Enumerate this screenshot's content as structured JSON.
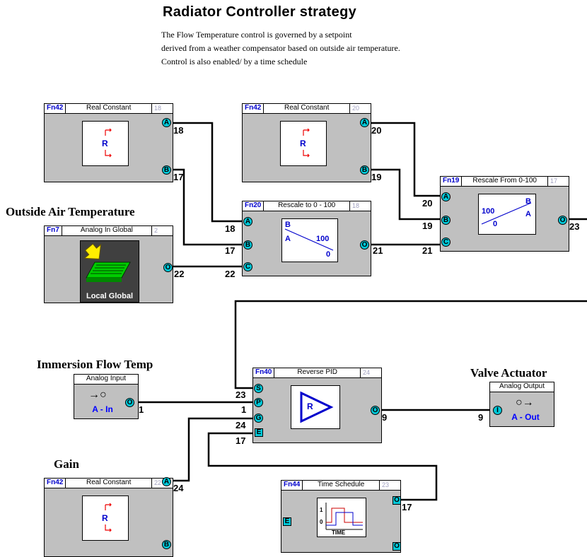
{
  "header": {
    "title": "Radiator Controller strategy",
    "desc": [
      "The Flow Temperature control is governed by a setpoint",
      "derived from a weather compensator based on outside air temperature.",
      "Control is also enabled/ by a time schedule"
    ]
  },
  "sections": {
    "oat": "Outside Air Temperature",
    "immersion": "Immersion Flow Temp",
    "valve": "Valve Actuator",
    "gain": "Gain"
  },
  "blocks": {
    "rc18": {
      "fn": "Fn42",
      "name": "Real Constant",
      "id": "18",
      "icon": "R"
    },
    "rc20": {
      "fn": "Fn42",
      "name": "Real Constant",
      "id": "20",
      "icon": "R"
    },
    "rc22": {
      "fn": "Fn42",
      "name": "Real Constant",
      "id": "22",
      "icon": "R"
    },
    "aig": {
      "fn": "Fn7",
      "name": "Analog In Global",
      "id": "2",
      "label": "Local Global"
    },
    "rescale_to": {
      "fn": "Fn20",
      "name": "Rescale to 0 - 100",
      "id": "18",
      "b": "B",
      "a": "A",
      "v100": "100",
      "v0": "0"
    },
    "rescale_from": {
      "fn": "Fn19",
      "name": "Rescale From 0-100",
      "id": "17",
      "b": "B",
      "a": "A",
      "v100": "100",
      "v0": "0"
    },
    "pid": {
      "fn": "Fn40",
      "name": "Reverse PID",
      "id": "24",
      "icon": "R"
    },
    "ts": {
      "fn": "Fn44",
      "name": "Time Schedule",
      "id": "23",
      "axis": "TIME",
      "y1": "1",
      "y0": "0"
    },
    "ain": {
      "name": "Analog Input",
      "label": "A - In"
    },
    "aout": {
      "name": "Analog Output",
      "label": "A - Out"
    }
  },
  "ports": {
    "A": "A",
    "B": "B",
    "C": "C",
    "O": "O",
    "S": "S",
    "P": "P",
    "G": "G",
    "E": "E",
    "I": "I"
  },
  "wire_labels": {
    "w18a": "18",
    "w17a": "17",
    "w20a": "20",
    "w19a": "19",
    "w18b": "18",
    "w17b": "17",
    "w22a": "22",
    "w22b": "22",
    "w21a": "21",
    "w21b": "21",
    "w20b": "20",
    "w19b": "19",
    "w23a": "23",
    "w23b": "23",
    "w1b": "1",
    "w24b": "24",
    "w17c": "17",
    "w9a": "9",
    "w1a": "1",
    "w9b": "9",
    "w24a": "24",
    "w17d": "17"
  }
}
